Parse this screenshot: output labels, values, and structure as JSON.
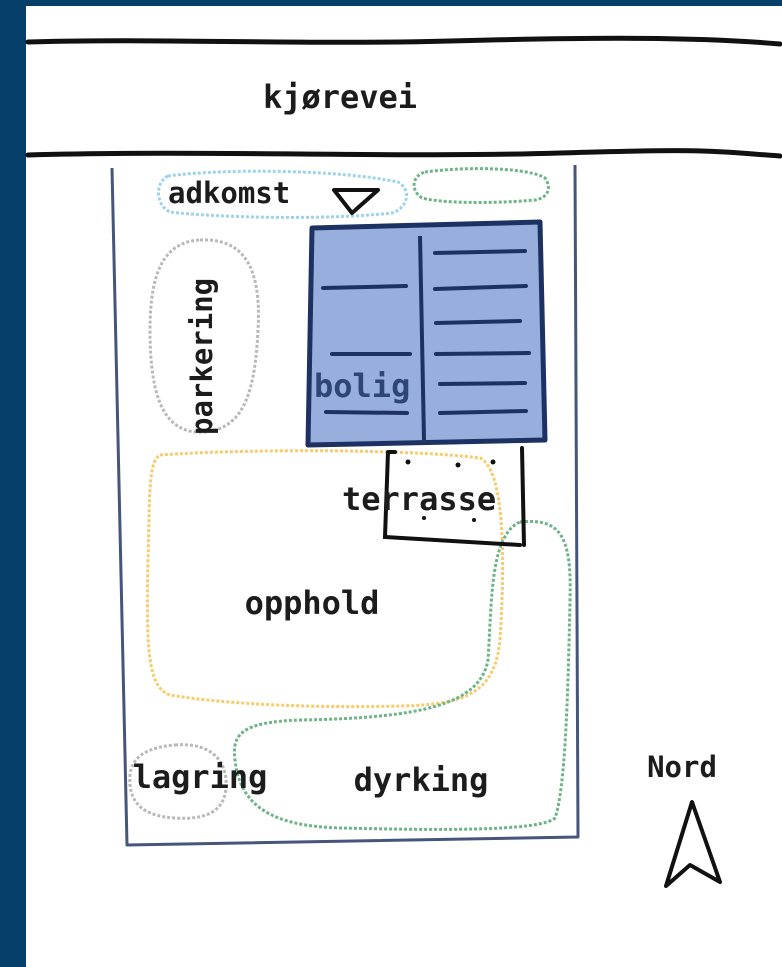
{
  "labels": {
    "road": "kjørevei",
    "access": "adkomst",
    "parking": "parkering",
    "house": "bolig",
    "terrace": "terrasse",
    "stay": "opphold",
    "storage": "lagring",
    "growing": "dyrking",
    "north": "Nord"
  },
  "colors": {
    "frame": "#073f6b",
    "paper": "#ffffff",
    "house_fill": "#98aedc",
    "house_stroke": "#1d3262",
    "plot_border": "#46567a",
    "access_zone": "#9ed3ee",
    "parking_zone": "#b9b9b9",
    "stay_zone": "#f6cc6c",
    "growing_zone": "#6fb489",
    "storage_zone": "#b9b9b9"
  }
}
